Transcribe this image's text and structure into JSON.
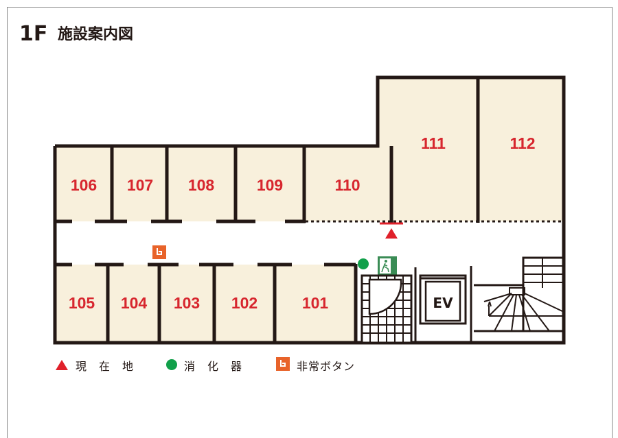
{
  "title": {
    "floor": "1F",
    "name": "施設案内図"
  },
  "rooms": {
    "r106": "106",
    "r107": "107",
    "r108": "108",
    "r109": "109",
    "r110": "110",
    "r111": "111",
    "r112": "112",
    "r105": "105",
    "r104": "104",
    "r103": "103",
    "r102": "102",
    "r101": "101"
  },
  "elevator": "EV",
  "legend": {
    "current": "現　在　地",
    "extinguisher": "消　化　器",
    "alarm": "非常ボタン"
  },
  "colors": {
    "wall": "#231815",
    "room": "#f8f0dc",
    "red": "#e0202a",
    "green": "#11a04a",
    "orange": "#e8632a",
    "exit_green": "#3a8c55"
  }
}
